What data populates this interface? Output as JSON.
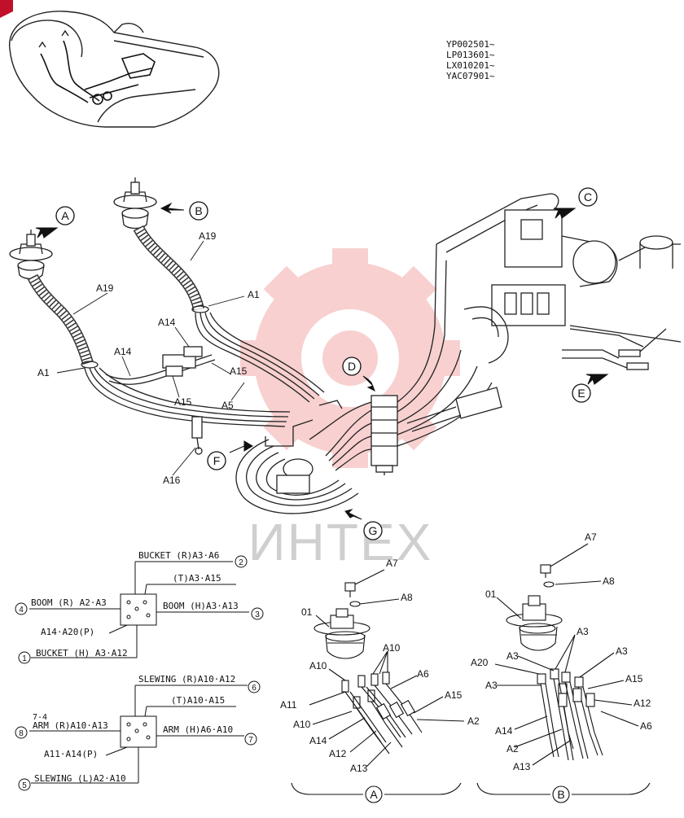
{
  "serials": [
    "YP002501~",
    "LP013601~",
    "LX010201~",
    "YAC07901~"
  ],
  "watermark": "ИНТЕХ",
  "callouts": {
    "A": "A",
    "B": "B",
    "C": "C",
    "D": "D",
    "E": "E",
    "F": "F",
    "G": "G"
  },
  "main_labels": {
    "a19_left": "A19",
    "a19_right": "A19",
    "a1_left": "A1",
    "a1_right": "A1",
    "a14_upper": "A14",
    "a14_lower": "A14",
    "a15_mid": "A15",
    "a15_lower": "A15",
    "a5": "A5",
    "a16": "A16"
  },
  "pattern_left": {
    "bucket_r": "BUCKET (R)A3·A6",
    "t": "(T)A3·A15",
    "boom_r": "BOOM (R) A2·A3",
    "boom_h": "BOOM (H)A3·A13",
    "p": "A14·A20(P)",
    "bucket_h": "BUCKET (H) A3·A12",
    "n1": "1",
    "n2": "2",
    "n3": "3",
    "n4": "4"
  },
  "pattern_arm": {
    "slewing_r": "SLEWING (R)A10·A12",
    "t": "(T)A10·A15",
    "ref": "7-4",
    "arm_r": "ARM (R)A10·A13",
    "arm_h": "ARM (H)A6·A10",
    "p": "A11·A14(P)",
    "slewing_l": "SLEWING (L)A2·A10",
    "n5": "5",
    "n6": "6",
    "n7": "7",
    "n8": "8"
  },
  "detail_a": {
    "a7": "A7",
    "a8": "A8",
    "p01": "01",
    "a10_top": "A10",
    "a10_left": "A10",
    "a6": "A6",
    "a15": "A15",
    "a11": "A11",
    "a10_mid": "A10",
    "a2": "A2",
    "a14": "A14",
    "a12": "A12",
    "a13": "A13",
    "label": "A"
  },
  "detail_b": {
    "a7": "A7",
    "a8": "A8",
    "p01": "01",
    "a3_top": "A3",
    "a3_right": "A3",
    "a20": "A20",
    "a3_mid": "A3",
    "a3_left": "A3",
    "a15": "A15",
    "a12": "A12",
    "a14": "A14",
    "a6": "A6",
    "a2": "A2",
    "a13": "A13",
    "label": "B"
  }
}
